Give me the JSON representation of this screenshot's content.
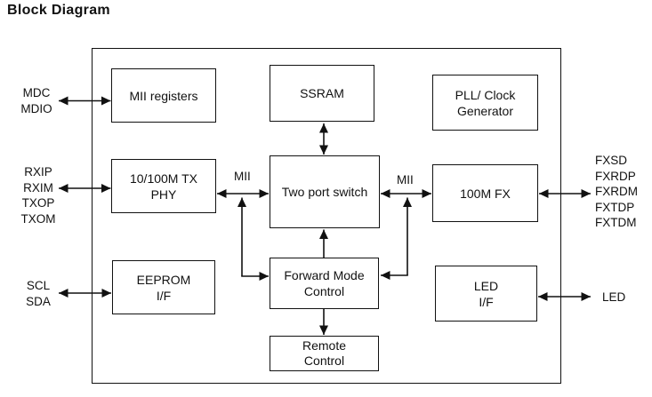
{
  "title": "Block Diagram",
  "colors": {
    "ink": "#111111",
    "background": "#ffffff"
  },
  "diagram": {
    "blocks": {
      "mii_registers": {
        "lines": [
          "MII registers"
        ]
      },
      "ssram": {
        "lines": [
          "SSRAM"
        ]
      },
      "pll_clock_generator": {
        "lines": [
          "PLL/ Clock",
          "Generator"
        ]
      },
      "tx_phy": {
        "lines": [
          "10/100M TX",
          "PHY"
        ]
      },
      "two_port_switch": {
        "lines": [
          "Two port switch"
        ]
      },
      "fx_100m": {
        "lines": [
          "100M FX"
        ]
      },
      "eeprom_if": {
        "lines": [
          "EEPROM",
          "I/F"
        ]
      },
      "forward_mode_control": {
        "lines": [
          "Forward Mode",
          "Control"
        ]
      },
      "remote_control": {
        "lines": [
          "Remote",
          "Control"
        ]
      },
      "led_if": {
        "lines": [
          "LED",
          "I/F"
        ]
      }
    },
    "bus_labels": {
      "left_mii": "MII",
      "right_mii": "MII"
    },
    "pins": {
      "mdio_group": [
        "MDC",
        "MDIO"
      ],
      "phy_group": [
        "RXIP",
        "RXIM",
        "TXOP",
        "TXOM"
      ],
      "i2c_group": [
        "SCL",
        "SDA"
      ],
      "fx_group": [
        "FXSD",
        "FXRDP",
        "FXRDM",
        "FXTDP",
        "FXTDM"
      ],
      "led_group": [
        "LED"
      ]
    },
    "connections": [
      {
        "from": "MDC/MDIO pins",
        "to": "MII registers",
        "type": "bidirectional"
      },
      {
        "from": "RXIP/RXIM/TXOP/TXOM pins",
        "to": "10/100M TX PHY",
        "type": "bidirectional"
      },
      {
        "from": "SCL/SDA pins",
        "to": "EEPROM I/F",
        "type": "bidirectional"
      },
      {
        "from": "10/100M TX PHY",
        "to": "Two port switch",
        "type": "bidirectional",
        "label": "MII"
      },
      {
        "from": "Two port switch",
        "to": "100M FX",
        "type": "bidirectional",
        "label": "MII"
      },
      {
        "from": "100M FX",
        "to": "FXSD/FXRDP/FXRDM/FXTDP/FXTDM pins",
        "type": "bidirectional"
      },
      {
        "from": "SSRAM",
        "to": "Two port switch",
        "type": "bidirectional"
      },
      {
        "from": "Forward Mode Control",
        "to": "Two port switch",
        "type": "unidirectional"
      },
      {
        "from": "Forward Mode Control",
        "to": "Remote Control",
        "type": "unidirectional"
      },
      {
        "from": "left MII bus",
        "to": "Forward Mode Control",
        "type": "tap"
      },
      {
        "from": "right MII bus",
        "to": "Forward Mode Control",
        "type": "tap"
      },
      {
        "from": "LED I/F",
        "to": "LED pin",
        "type": "bidirectional"
      }
    ]
  }
}
